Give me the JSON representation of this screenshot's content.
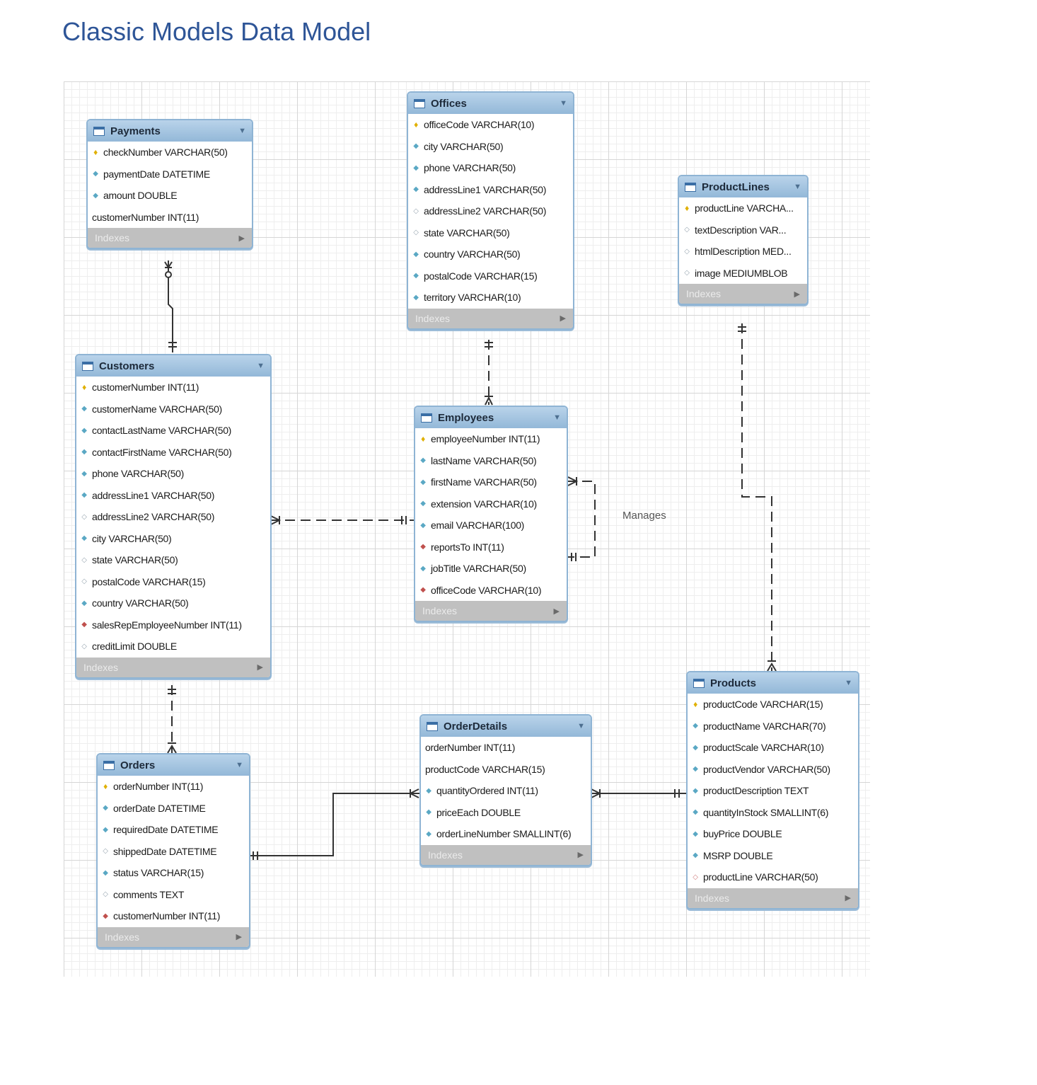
{
  "page_title": "Classic Models Data Model",
  "relationship_label": "Manages",
  "index_label": "Indexes",
  "tables": {
    "payments": {
      "title": "Payments",
      "columns": [
        {
          "icon": "pk",
          "text": "checkNumber VARCHAR(50)"
        },
        {
          "icon": "nn",
          "text": "paymentDate DATETIME"
        },
        {
          "icon": "nn",
          "text": "amount DOUBLE"
        },
        {
          "icon": "none",
          "text": "customerNumber INT(11)"
        }
      ]
    },
    "offices": {
      "title": "Offices",
      "columns": [
        {
          "icon": "pk",
          "text": "officeCode VARCHAR(10)"
        },
        {
          "icon": "nn",
          "text": "city VARCHAR(50)"
        },
        {
          "icon": "nn",
          "text": "phone VARCHAR(50)"
        },
        {
          "icon": "nn",
          "text": "addressLine1 VARCHAR(50)"
        },
        {
          "icon": "nul",
          "text": "addressLine2 VARCHAR(50)"
        },
        {
          "icon": "nul",
          "text": "state VARCHAR(50)"
        },
        {
          "icon": "nn",
          "text": "country VARCHAR(50)"
        },
        {
          "icon": "nn",
          "text": "postalCode VARCHAR(15)"
        },
        {
          "icon": "nn",
          "text": "territory VARCHAR(10)"
        }
      ]
    },
    "productlines": {
      "title": "ProductLines",
      "columns": [
        {
          "icon": "pk",
          "text": "productLine VARCHA..."
        },
        {
          "icon": "nul",
          "text": "textDescription VAR..."
        },
        {
          "icon": "nul",
          "text": "htmlDescription MED..."
        },
        {
          "icon": "nul",
          "text": "image MEDIUMBLOB"
        }
      ]
    },
    "customers": {
      "title": "Customers",
      "columns": [
        {
          "icon": "pk",
          "text": "customerNumber INT(11)"
        },
        {
          "icon": "nn",
          "text": "customerName VARCHAR(50)"
        },
        {
          "icon": "nn",
          "text": "contactLastName VARCHAR(50)"
        },
        {
          "icon": "nn",
          "text": "contactFirstName VARCHAR(50)"
        },
        {
          "icon": "nn",
          "text": "phone VARCHAR(50)"
        },
        {
          "icon": "nn",
          "text": "addressLine1 VARCHAR(50)"
        },
        {
          "icon": "nul",
          "text": "addressLine2 VARCHAR(50)"
        },
        {
          "icon": "nn",
          "text": "city VARCHAR(50)"
        },
        {
          "icon": "nul",
          "text": "state VARCHAR(50)"
        },
        {
          "icon": "nul",
          "text": "postalCode VARCHAR(15)"
        },
        {
          "icon": "nn",
          "text": "country VARCHAR(50)"
        },
        {
          "icon": "fk",
          "text": "salesRepEmployeeNumber INT(11)"
        },
        {
          "icon": "nul",
          "text": "creditLimit DOUBLE"
        }
      ]
    },
    "employees": {
      "title": "Employees",
      "columns": [
        {
          "icon": "pk",
          "text": "employeeNumber INT(11)"
        },
        {
          "icon": "nn",
          "text": "lastName VARCHAR(50)"
        },
        {
          "icon": "nn",
          "text": "firstName VARCHAR(50)"
        },
        {
          "icon": "nn",
          "text": "extension VARCHAR(10)"
        },
        {
          "icon": "nn",
          "text": "email VARCHAR(100)"
        },
        {
          "icon": "fk",
          "text": "reportsTo INT(11)"
        },
        {
          "icon": "nn",
          "text": "jobTitle VARCHAR(50)"
        },
        {
          "icon": "fk",
          "text": "officeCode VARCHAR(10)"
        }
      ]
    },
    "products": {
      "title": "Products",
      "columns": [
        {
          "icon": "pk",
          "text": "productCode VARCHAR(15)"
        },
        {
          "icon": "nn",
          "text": "productName VARCHAR(70)"
        },
        {
          "icon": "nn",
          "text": "productScale VARCHAR(10)"
        },
        {
          "icon": "nn",
          "text": "productVendor VARCHAR(50)"
        },
        {
          "icon": "nn",
          "text": "productDescription TEXT"
        },
        {
          "icon": "nn",
          "text": "quantityInStock SMALLINT(6)"
        },
        {
          "icon": "nn",
          "text": "buyPrice DOUBLE"
        },
        {
          "icon": "nn",
          "text": "MSRP DOUBLE"
        },
        {
          "icon": "fknul",
          "text": "productLine VARCHAR(50)"
        }
      ]
    },
    "orderdetails": {
      "title": "OrderDetails",
      "columns": [
        {
          "icon": "none",
          "text": "orderNumber INT(11)"
        },
        {
          "icon": "none",
          "text": "productCode VARCHAR(15)"
        },
        {
          "icon": "nn",
          "text": "quantityOrdered INT(11)"
        },
        {
          "icon": "nn",
          "text": "priceEach DOUBLE"
        },
        {
          "icon": "nn",
          "text": "orderLineNumber SMALLINT(6)"
        }
      ]
    },
    "orders": {
      "title": "Orders",
      "columns": [
        {
          "icon": "pk",
          "text": "orderNumber INT(11)"
        },
        {
          "icon": "nn",
          "text": "orderDate DATETIME"
        },
        {
          "icon": "nn",
          "text": "requiredDate DATETIME"
        },
        {
          "icon": "nul",
          "text": "shippedDate DATETIME"
        },
        {
          "icon": "nn",
          "text": "status VARCHAR(15)"
        },
        {
          "icon": "nul",
          "text": "comments TEXT"
        },
        {
          "icon": "fk",
          "text": "customerNumber INT(11)"
        }
      ]
    }
  }
}
